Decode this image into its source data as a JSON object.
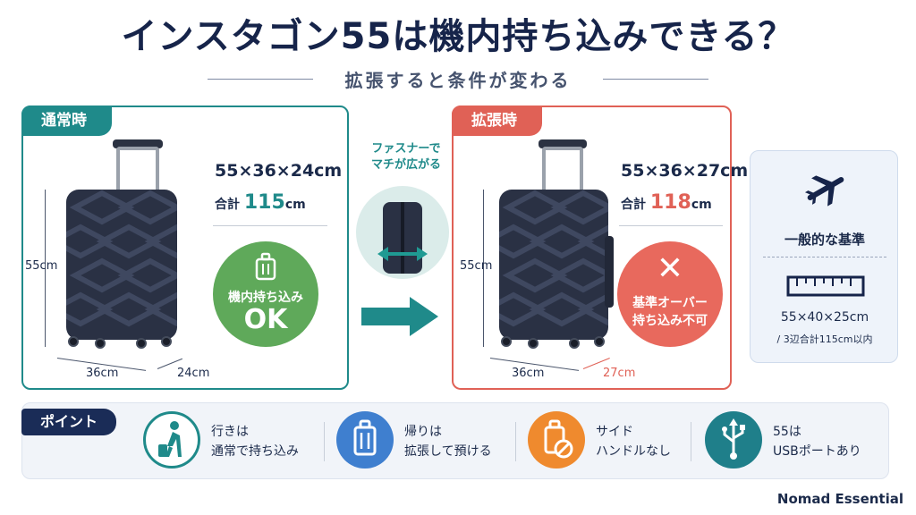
{
  "header": {
    "title": "インスタゴン55は機内持ち込みできる？",
    "subtitle": "拡張すると条件が変わる"
  },
  "normal": {
    "tab": "通常時",
    "size": "55×36×24cm",
    "total_label": "合計",
    "total_value": "115",
    "total_unit": "cm",
    "height_label": "55cm",
    "width_label": "36cm",
    "depth_label": "24cm",
    "badge_line1": "機内持ち込み",
    "badge_line2": "OK",
    "accent_color": "#1f8a8a"
  },
  "fastener": {
    "label_line1": "ファスナーで",
    "label_line2": "マチが広がる"
  },
  "expanded": {
    "tab": "拡張時",
    "size": "55×36×27cm",
    "total_label": "合計",
    "total_value": "118",
    "total_unit": "cm",
    "height_label": "55cm",
    "width_label": "36cm",
    "depth_label": "27cm",
    "badge_mark": "✕",
    "badge_line1": "基準オーバー",
    "badge_line2": "持ち込み不可",
    "accent_color": "#e06156"
  },
  "standard": {
    "icon": "airplane-icon",
    "title": "一般的な基準",
    "ruler_icon": "ruler-icon",
    "size": "55×40×25cm",
    "note": "/ 3辺合計115cm以内"
  },
  "points": {
    "tab": "ポイント",
    "items": [
      {
        "icon": "walking-person-icon",
        "line1": "行きは",
        "line2": "通常で持ち込み",
        "color": "#1f8a8a"
      },
      {
        "icon": "suitcase-icon",
        "line1": "帰りは",
        "line2": "拡張して預ける",
        "color": "#3f7fcf"
      },
      {
        "icon": "no-side-handle-icon",
        "line1": "サイド",
        "line2": "ハンドルなし",
        "color": "#ef8a2e"
      },
      {
        "icon": "usb-icon",
        "line1": "55は",
        "line2": "USBポートあり",
        "color": "#1f7f8a"
      }
    ]
  },
  "brand": "Nomad Essential"
}
